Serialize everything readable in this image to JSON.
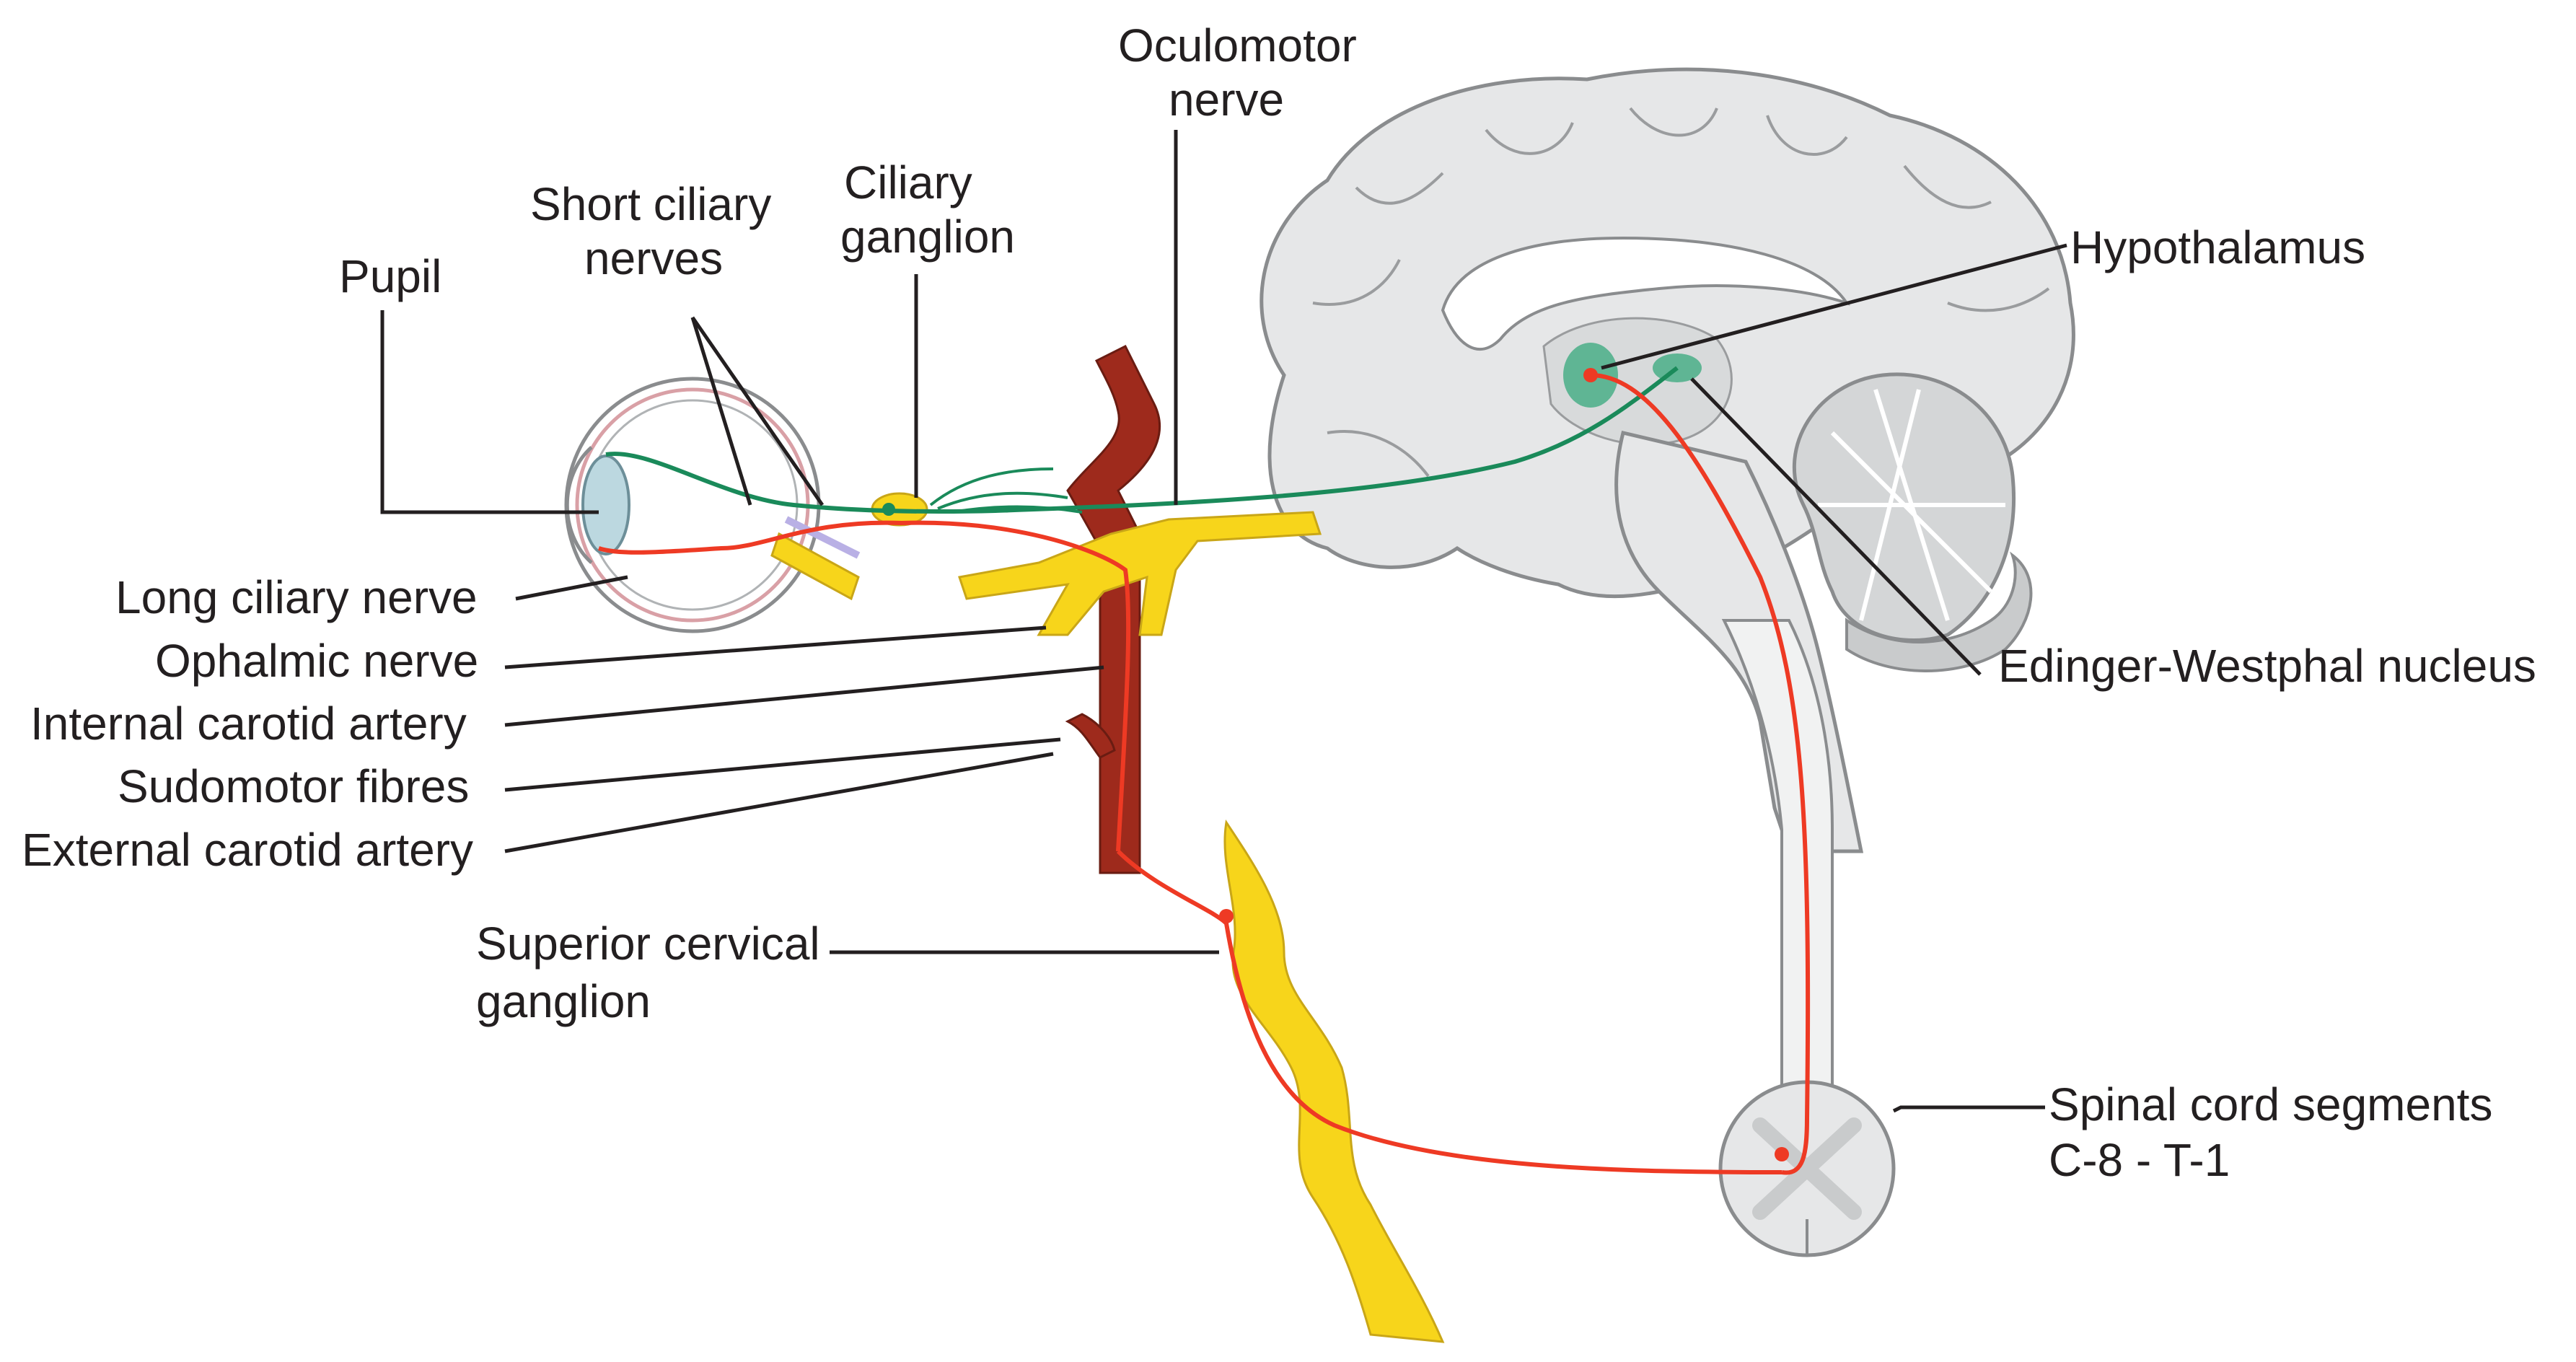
{
  "labels": {
    "pupil": "Pupil",
    "short_ciliary_1": "Short ciliary",
    "short_ciliary_2": "nerves",
    "ciliary_ganglion_1": "Ciliary",
    "ciliary_ganglion_2": "ganglion",
    "oculomotor_1": "Oculomotor",
    "oculomotor_2": "nerve",
    "hypothalamus": "Hypothalamus",
    "long_ciliary": "Long ciliary nerve",
    "ophthalmic": "Ophalmic nerve",
    "internal_carotid": "Internal carotid artery",
    "sudomotor": "Sudomotor fibres",
    "external_carotid": "External carotid artery",
    "superior_cervical_1": "Superior cervical",
    "superior_cervical_2": "ganglion",
    "edinger": "Edinger-Westphal nucleus",
    "spinal_1": "Spinal cord segments",
    "spinal_2": "C-8  - T-1"
  },
  "colors": {
    "parasympathetic_pathway": "#1a8a5a",
    "sympathetic_pathway": "#ee3a24",
    "artery": "#9e2a1c",
    "nerve": "#f7d51b",
    "brain": "#e6e7e8",
    "brain_outline": "#8a8c8e",
    "nucleus": "#5fb594",
    "text": "#231f20"
  }
}
